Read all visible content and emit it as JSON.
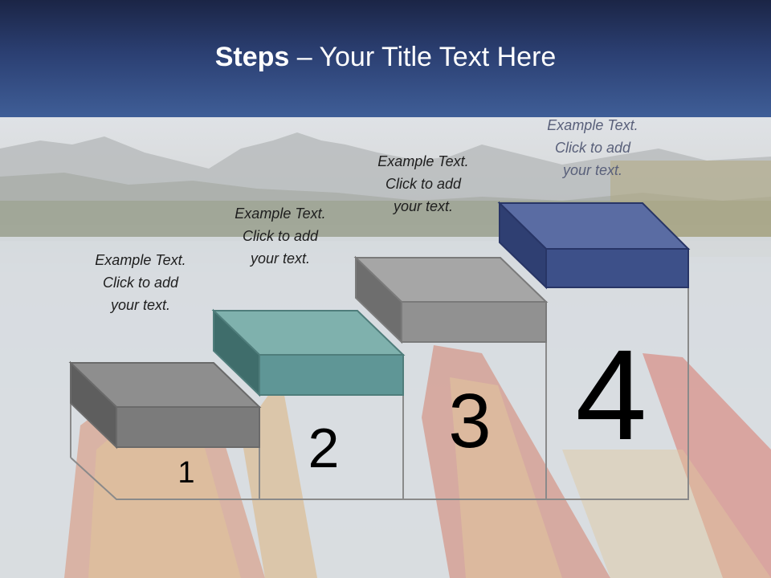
{
  "title": {
    "bold": "Steps",
    "rest": " – Your Title Text Here"
  },
  "steps": [
    {
      "number": "1",
      "caption": [
        "Example Text.",
        "Click  to add",
        "your text."
      ],
      "color": "#8e8e8e"
    },
    {
      "number": "2",
      "caption": [
        "Example Text.",
        "Click  to add",
        "your text."
      ],
      "color": "#5f9696"
    },
    {
      "number": "3",
      "caption": [
        "Example Text.",
        "Click  to add",
        "your text."
      ],
      "color": "#9b9b9b"
    },
    {
      "number": "4",
      "caption": [
        "Example Text.",
        "Click  to add",
        "your text."
      ],
      "color": "#3d5089"
    }
  ]
}
